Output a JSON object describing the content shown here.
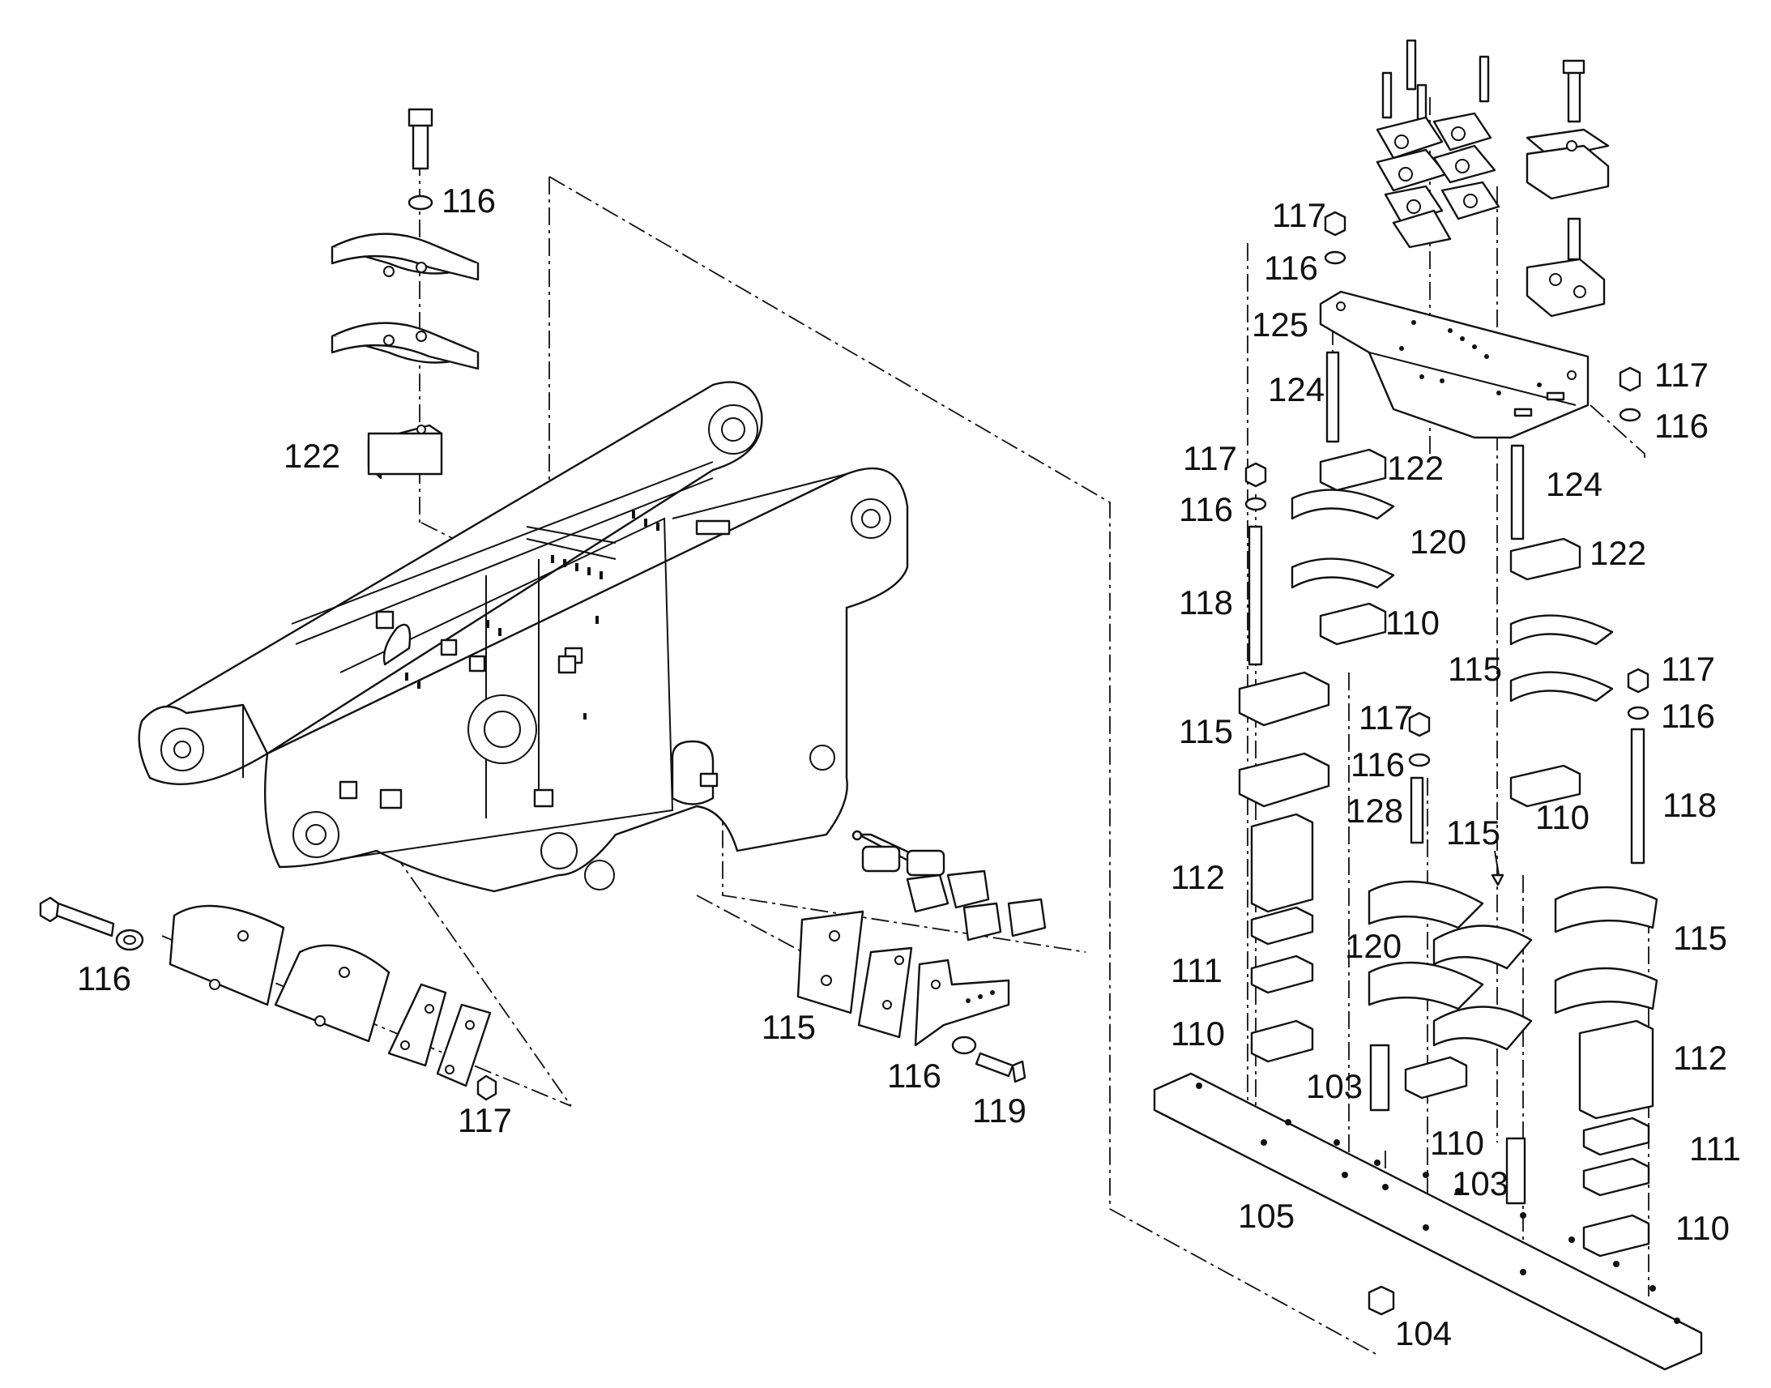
{
  "labels": {
    "l116_top": "116",
    "l122_left": "122",
    "l116_bl": "116",
    "l117_bl": "117",
    "l115_mid": "115",
    "l116_mid": "116",
    "l119": "119",
    "l117_r1": "117",
    "l116_r1": "116",
    "l125": "125",
    "l124_a": "124",
    "l117_r2": "117",
    "l116_r2": "116",
    "l117_r3": "117",
    "l116_r3": "116",
    "l122_a": "122",
    "l120_a": "120",
    "l118_a": "118",
    "l124_b": "124",
    "l122_b": "122",
    "l110_a": "110",
    "l115_a": "115",
    "l115_b": "115",
    "l117_r4": "117",
    "l116_r4": "116",
    "l117_r5": "117",
    "l116_r5": "116",
    "l128": "128",
    "l110_b": "110",
    "l118_b": "118",
    "l112_a": "112",
    "l115_c": "115",
    "l120_b": "120",
    "l115_d": "115",
    "l111_a": "111",
    "l110_c": "110",
    "l103_a": "103",
    "l112_b": "112",
    "l110_d": "110",
    "l111_b": "111",
    "l103_b": "103",
    "l105": "105",
    "l110_e": "110",
    "l104": "104"
  }
}
